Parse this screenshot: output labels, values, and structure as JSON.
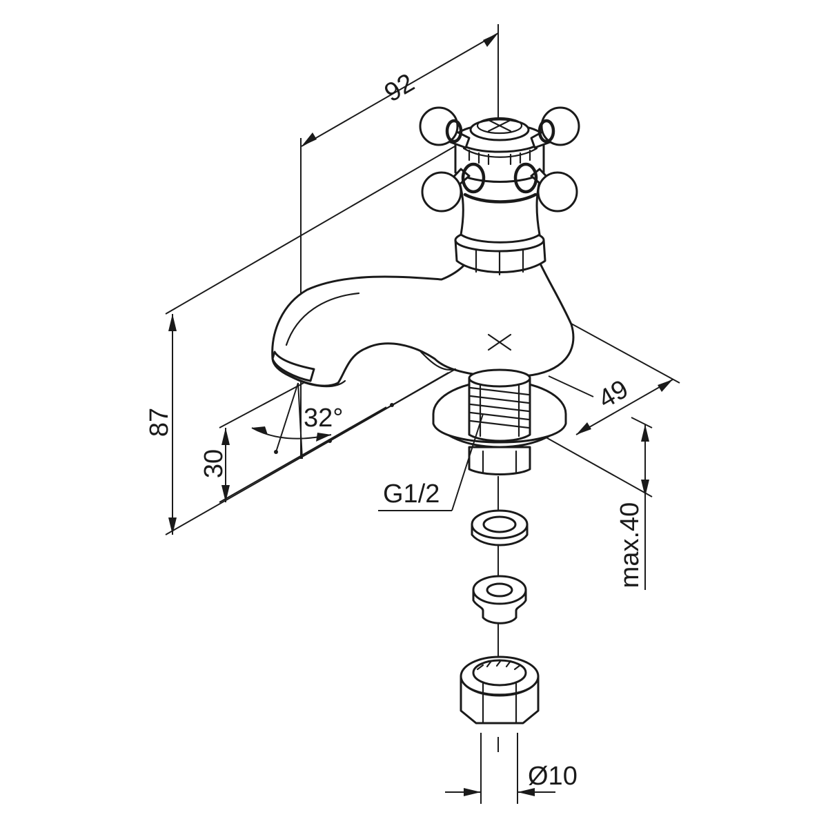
{
  "labels": {
    "width_overall": "92",
    "height_overall": "87",
    "spout_height": "30",
    "spout_angle": "32°",
    "base_depth": "49",
    "thread": "G1/2",
    "max_deck": "max.40",
    "pipe_diameter": "Ø10"
  }
}
